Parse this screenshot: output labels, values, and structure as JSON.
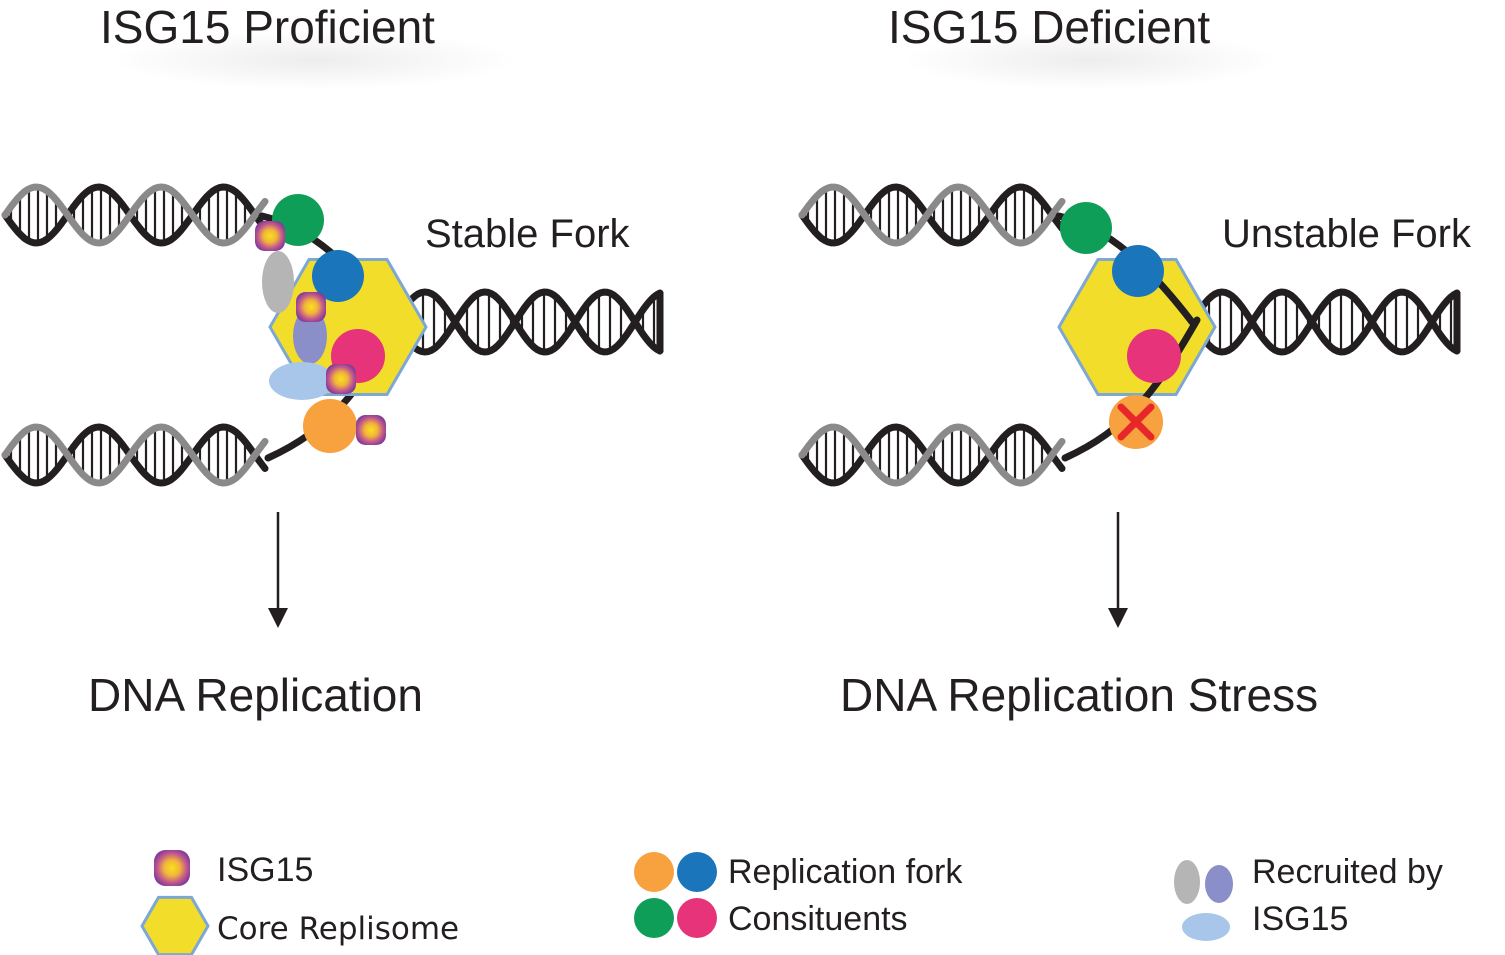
{
  "panels": {
    "left": {
      "title": "ISG15 Proficient",
      "fork_label": "Stable Fork",
      "outcome": "DNA Replication"
    },
    "right": {
      "title": "ISG15 Deficient",
      "fork_label": "Unstable Fork",
      "outcome": "DNA Replication Stress"
    }
  },
  "legend": {
    "isg15": "ISG15",
    "core_replisome": "Core Replisome",
    "fork_constituents_line1": "Replication fork",
    "fork_constituents_line2": "Consituents",
    "recruited_line1": "Recruited by",
    "recruited_line2": "ISG15"
  },
  "colors": {
    "strand_dark": "#231f20",
    "strand_grey": "#8a8a8a",
    "replisome_yellow": "#f2de2a",
    "replisome_edge": "#7da7d4",
    "orange": "#f7a13f",
    "blue": "#1a75ba",
    "green": "#0e9e58",
    "pink": "#e6337a",
    "grey_oval": "#b5b5b5",
    "purple_oval": "#8a8fca",
    "lightblue_oval": "#a7c6e9",
    "isg15_outer": "#8f3a96",
    "isg15_inner": "#f5d92a",
    "cross_red": "#e8272a"
  }
}
